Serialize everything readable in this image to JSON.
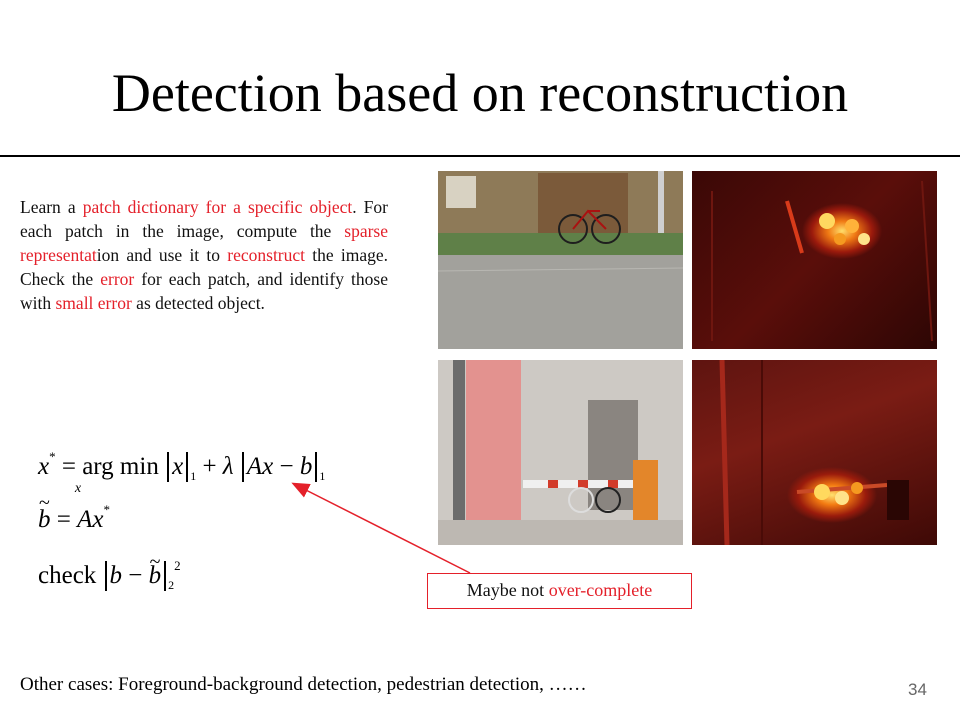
{
  "slide": {
    "title": "Detection based on reconstruction",
    "body": {
      "t1": "Learn a ",
      "r1": "patch dictionary for a specific object",
      "t2": ". For each patch in the image, compute the ",
      "r2": "sparse representat",
      "t3": "ion and use it to ",
      "r3": "reconstruct",
      "t4": " the image. Check the ",
      "r4": "error",
      "t5": " for each patch, and identify those with ",
      "r5": "small error",
      "t6": " as detected object."
    },
    "equations": {
      "e1_lhs": "x",
      "e1_star": "*",
      "e1_eq": "= arg min",
      "e1_under": "x",
      "e1_nx": "x",
      "e1_sub1": "1",
      "e1_plus": "+",
      "e1_lambda": "λ",
      "e1_ax": "Ax",
      "e1_minus": "−",
      "e1_b": "b",
      "e1_sub2": "1",
      "e2_lhs": "b",
      "e2_eq": "=",
      "e2_a": "A",
      "e2_x": "x",
      "e2_star": "*",
      "e3_check": "check",
      "e3_b": "b",
      "e3_minus": "−",
      "e3_bt": "b",
      "e3_sub": "2",
      "e3_sup": "2"
    },
    "callout": {
      "t1": "Maybe not ",
      "r1": "over-complete"
    },
    "footer": "Other cases: Foreground-background detection, pedestrian detection, ……",
    "page_number": "34",
    "colors": {
      "accent_red": "#e4202a",
      "text": "#000000"
    }
  }
}
